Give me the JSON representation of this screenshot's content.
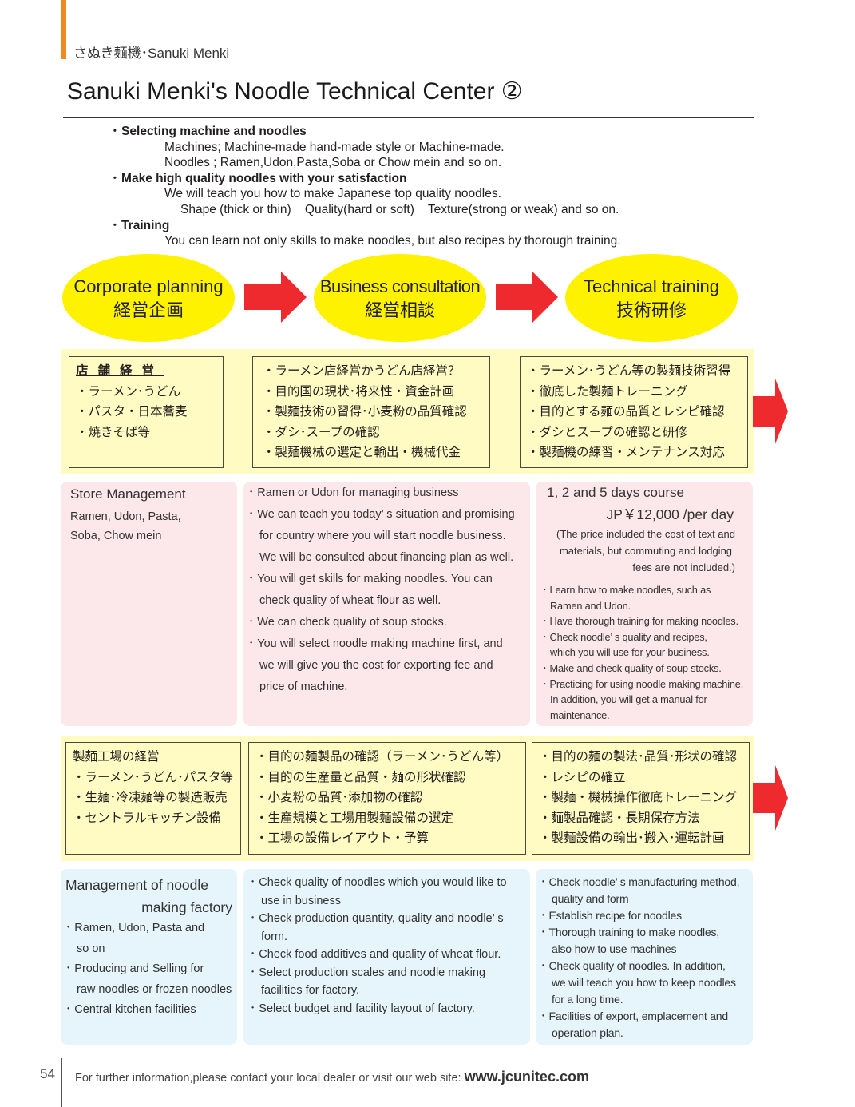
{
  "header": {
    "brand": "さぬき麺機･Sanuki Menki",
    "title": "Sanuki Menki's Noodle Technical Center ②"
  },
  "intro": [
    {
      "heading": "･ Selecting machine and noodles",
      "lines": [
        "Machines; Machine-made hand-made style or Machine-made.",
        "Noodles ; Ramen,Udon,Pasta,Soba or Chow mein and so on."
      ]
    },
    {
      "heading": "･ Make high quality noodles with your satisfaction",
      "lines": [
        "We will teach you how to make Japanese top quality noodles."
      ],
      "sub": "Shape (thick or thin)    Quality(hard or soft)    Texture(strong or weak) and so on."
    },
    {
      "heading": "･ Training",
      "lines": [
        "You can learn not only skills to make noodles, but also recipes by thorough training."
      ]
    }
  ],
  "steps": [
    {
      "en": "Corporate planning",
      "ja": "経営企画"
    },
    {
      "en": "Business consultation",
      "ja": "経営相談"
    },
    {
      "en": "Technical training",
      "ja": "技術研修"
    }
  ],
  "section1": {
    "jp": [
      {
        "heading": "店舗経営",
        "items": [
          "・ラーメン･うどん",
          "・パスタ・日本蕎麦",
          "・焼きそば等"
        ]
      },
      {
        "items": [
          "・ラーメン店経営かうどん店経営？",
          "・目的国の現状･将来性・資金計画",
          "・製麺技術の習得･小麦粉の品質確認",
          "・ダシ･スープの確認",
          "・製麺機械の選定と輸出・機械代金"
        ]
      },
      {
        "items": [
          "・ラーメン･うどん等の製麺技術習得",
          "・徹底した製麺トレーニング",
          "・目的とする麺の品質とレシピ確認",
          "・ダシとスープの確認と研修",
          "・製麺機の練習・メンテナンス対応"
        ]
      }
    ],
    "en": {
      "col1": {
        "title": "Store Management",
        "lines": [
          "Ramen, Udon, Pasta,",
          "Soba, Chow mein"
        ]
      },
      "col2": [
        "･ Ramen or Udon for managing business",
        "･ We can teach you today’ s situation and promising",
        "for country where you will start noodle business.",
        "We will be consulted about financing plan as well.",
        "･ You will get skills for making noodles. You can",
        "check quality of wheat flour as well.",
        "･ We can check quality of soup stocks.",
        "･ You will select noodle making machine first, and",
        "we will give you the cost for exporting fee and",
        "price of machine."
      ],
      "col3": {
        "course": "1, 2 and 5 days course",
        "price": "JP￥12,000 /per day",
        "note": [
          "(The price included the cost of text and",
          "materials, but commuting and lodging",
          "fees are not included.)"
        ],
        "items": [
          "･ Learn how to make noodles, such as",
          "Ramen and Udon.",
          "･ Have thorough training for making noodles.",
          "･ Check noodle’ s quality and recipes,",
          "which you will use for your business.",
          "･ Make and check quality of soup stocks.",
          "･ Practicing for using noodle making machine.",
          "In addition, you will get a manual for",
          "maintenance."
        ]
      }
    }
  },
  "section2": {
    "jp": [
      {
        "items": [
          "製麺工場の経営",
          "・ラーメン･うどん･パスタ等",
          "・生麺･冷凍麺等の製造販売",
          "・セントラルキッチン設備"
        ]
      },
      {
        "items": [
          "・目的の麺製品の確認（ラーメン･うどん等）",
          "・目的の生産量と品質・麺の形状確認",
          "・小麦粉の品質･添加物の確認",
          "・生産規模と工場用製麺設備の選定",
          "・工場の設備レイアウト・予算"
        ]
      },
      {
        "items": [
          "・目的の麺の製法･品質･形状の確認",
          "・レシピの確立",
          "・製麺・機械操作徹底トレーニング",
          "・麺製品確認・長期保存方法",
          "・製麺設備の輸出･搬入･運転計画"
        ]
      }
    ],
    "en": {
      "col1": [
        "Management of noodle",
        "making factory",
        "･ Ramen, Udon, Pasta and",
        "so on",
        "･ Producing and Selling for",
        "raw noodles or frozen noodles",
        "･ Central kitchen facilities"
      ],
      "col2": [
        "･ Check quality of noodles which you would like to",
        "use in business",
        "･ Check production quantity, quality and noodle’ s",
        "form.",
        "･ Check food additives and quality of wheat flour.",
        "･ Select production scales and noodle making",
        "facilities for factory.",
        "･ Select budget and facility layout of factory."
      ],
      "col3": [
        "･ Check noodle’ s manufacturing method,",
        "quality and form",
        "･ Establish recipe for noodles",
        "･ Thorough training to make noodles,",
        "also how to use machines",
        "･ Check quality of noodles. In addition,",
        "we will teach you how to keep noodles",
        "for a long time.",
        "･ Facilities of export, emplacement and",
        "operation plan."
      ]
    }
  },
  "footer": {
    "page": "54",
    "text": "For further information,please contact your local dealer or visit our web site:",
    "url": "www.jcunitec.com"
  },
  "colors": {
    "accent": "#f08a24",
    "yellow": "#fff200",
    "red": "#ee2a2e",
    "pink": "#fce8ea",
    "blue": "#e6f4fb",
    "band": "#fffbc2"
  }
}
